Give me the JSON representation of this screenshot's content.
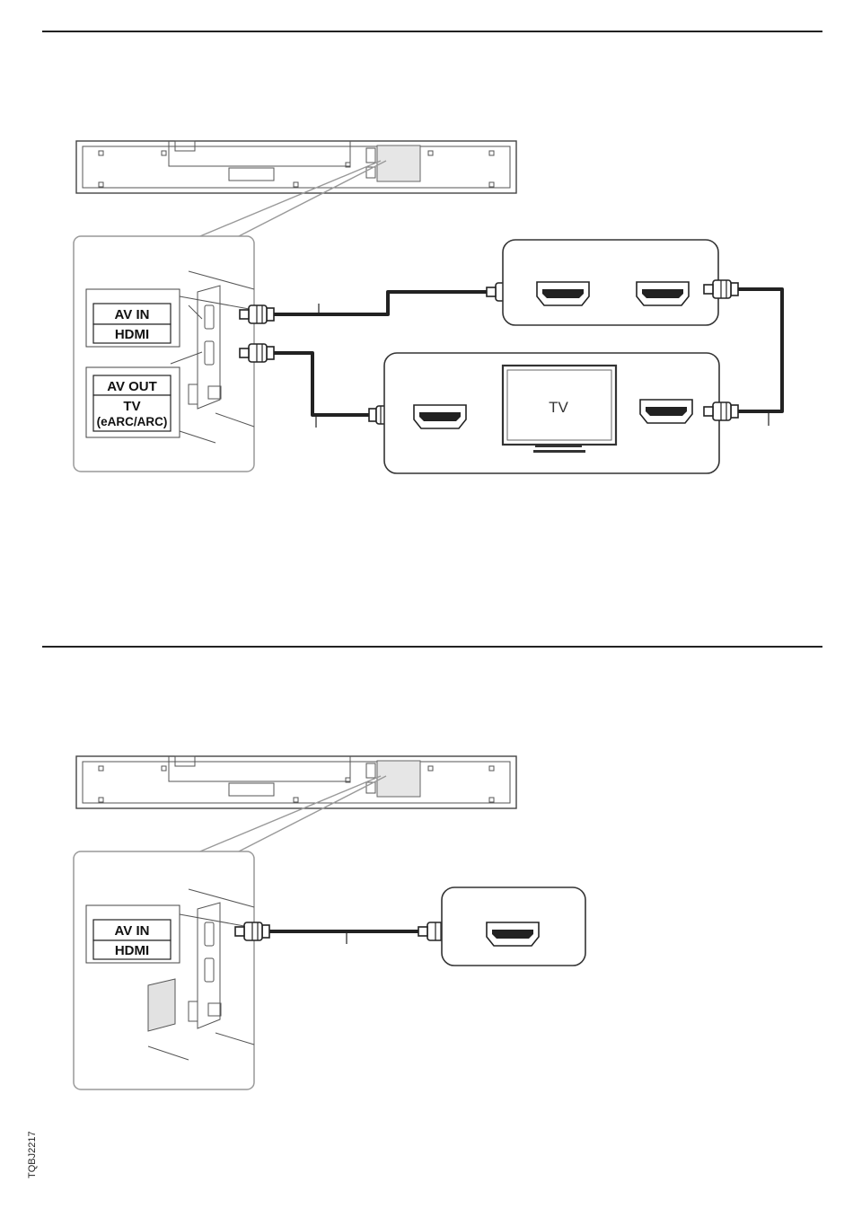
{
  "section1": {
    "labels": {
      "av_in": "AV IN",
      "hdmi": "HDMI",
      "av_out": "AV OUT",
      "tv": "TV",
      "earc": "(eARC/ARC)"
    },
    "tv_screen_label": "TV"
  },
  "section2": {
    "labels": {
      "av_in": "AV IN",
      "hdmi": "HDMI"
    }
  },
  "footer": {
    "doc_code": "TQBJ2217"
  }
}
